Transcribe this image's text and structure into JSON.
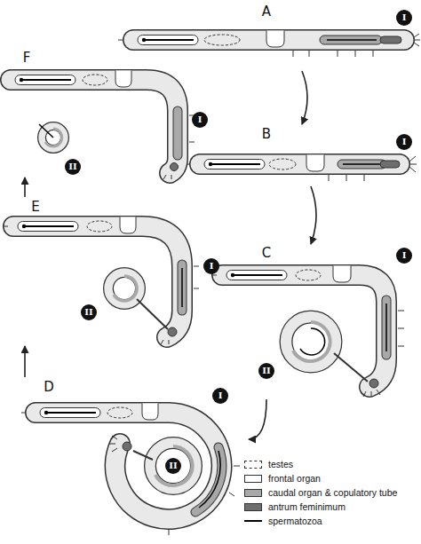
{
  "diagram": {
    "nodes": [
      {
        "text": [
          "A"
        ]
      },
      {
        "text": [
          "B"
        ]
      },
      {
        "text": [
          "C"
        ]
      },
      {
        "text": [
          "D"
        ]
      },
      {
        "text": [
          "E"
        ]
      },
      {
        "text": [
          "F"
        ]
      }
    ],
    "edges": [
      {
        "from": 0,
        "to": 1,
        "arrow": "to"
      },
      {
        "from": 1,
        "to": 2,
        "arrow": "to"
      },
      {
        "from": 2,
        "to": 3,
        "arrow": "to"
      },
      {
        "from": 3,
        "to": 4,
        "arrow": "to"
      },
      {
        "from": 4,
        "to": 5,
        "arrow": "to"
      }
    ],
    "labels": [
      "I",
      "I",
      "II",
      "I",
      "I",
      "II",
      "I",
      "II",
      "I",
      "II"
    ],
    "legend": [
      {
        "text": "testes"
      },
      {
        "text": "frontal organ",
        "color": "#ffffff"
      },
      {
        "text": "caudal organ & copulatory tube",
        "color": "#a8a8a8"
      },
      {
        "text": "antrum feminimum",
        "color": "#6e6e6e"
      },
      {
        "text": "spermatozoa"
      }
    ]
  }
}
